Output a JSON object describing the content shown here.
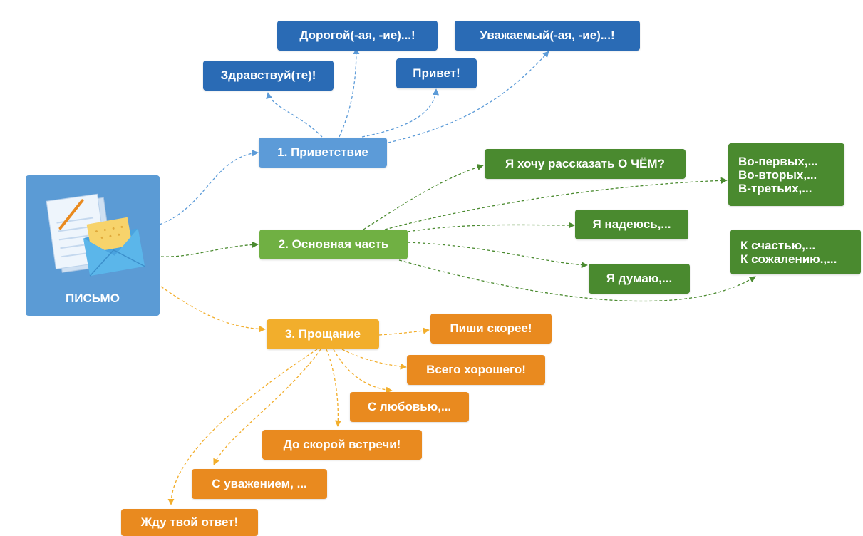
{
  "root": {
    "label": "ПИСЬМО",
    "icon": "letter-envelope-icon"
  },
  "colors": {
    "blue_dark": "#2a6bb5",
    "blue_light": "#5c9bd8",
    "green_dark": "#4a8a2f",
    "green_light": "#70b043",
    "orange_dark": "#e98a1f",
    "orange_light": "#f2ae2c"
  },
  "greeting": {
    "label": "1. Приветствие",
    "children": [
      "Здравствуй(те)!",
      "Дорогой(-ая, -ие)...!",
      "Привет!",
      "Уважаемый(-ая, -ие)...!"
    ]
  },
  "main_part": {
    "label": "2. Основная часть",
    "children": [
      "Я хочу рассказать О ЧЁМ?",
      "Я надеюсь,...",
      "Я думаю,..."
    ],
    "list1": [
      "Во-первых,...",
      "Во-вторых,...",
      "В-третьих,..."
    ],
    "list2": [
      "К счастью,...",
      "К сожалению.,..."
    ]
  },
  "farewell": {
    "label": "3. Прощание",
    "children": [
      "Пиши скорее!",
      "Всего хорошего!",
      "С любовью,...",
      "До скорой встречи!",
      "С уважением, ...",
      "Жду твой ответ!"
    ]
  }
}
